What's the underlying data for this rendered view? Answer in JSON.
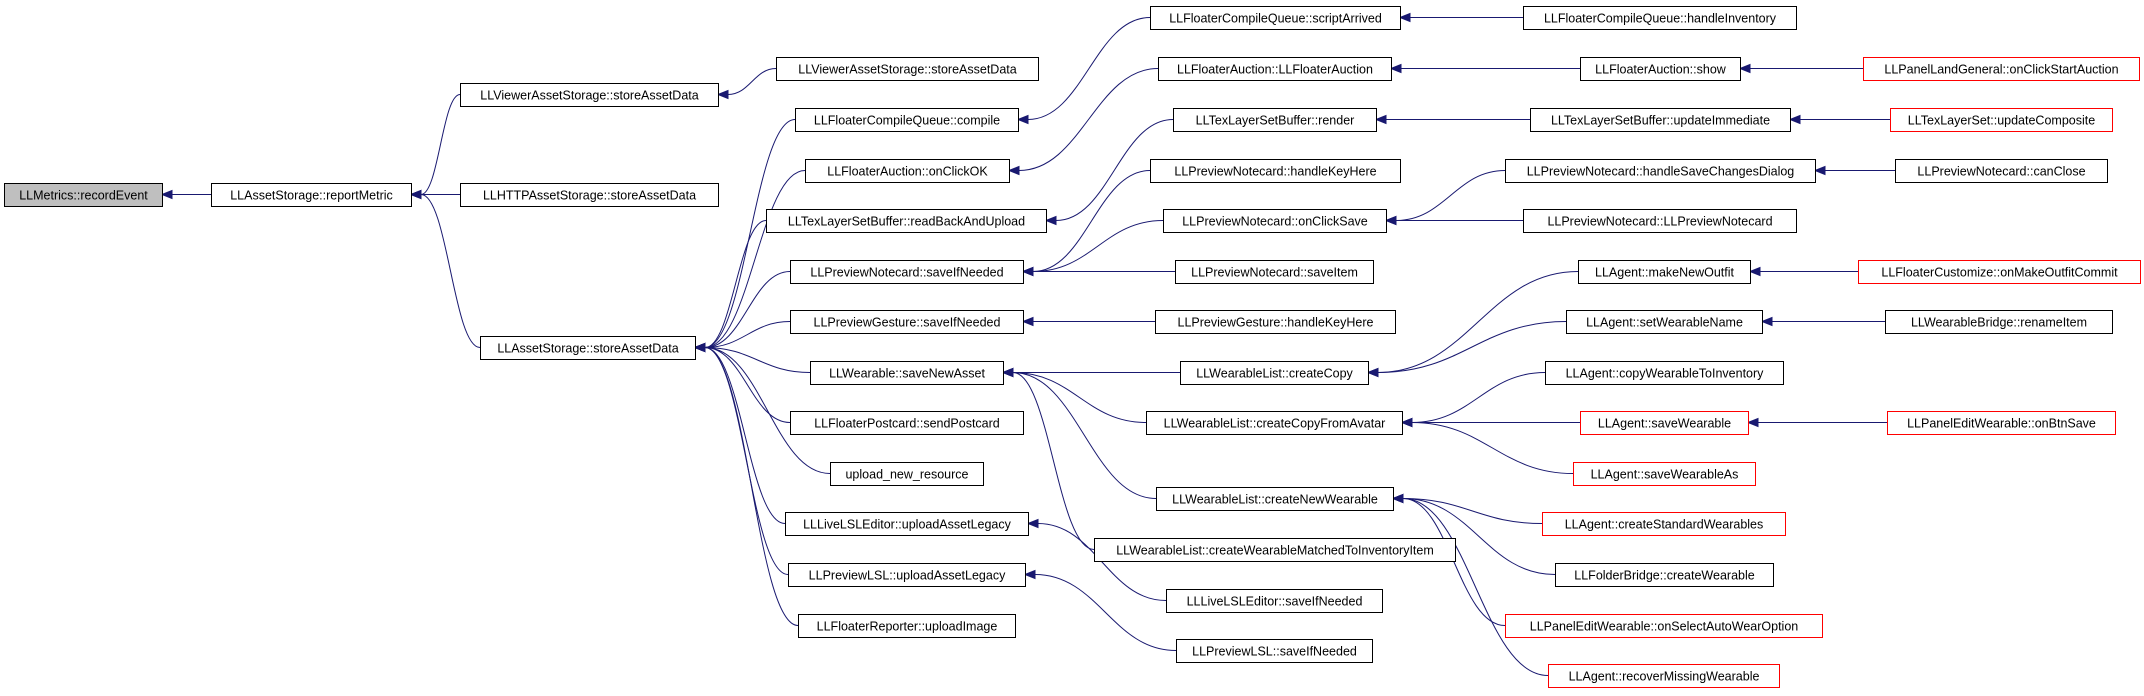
{
  "colors": {
    "edge": "#191970",
    "normal_border": "#000000",
    "truncated_border": "#ff0000",
    "root_fill": "#bfbfbf",
    "node_fill": "#ffffff"
  },
  "nodes": [
    {
      "id": "n1",
      "label": "LLMetrics::recordEvent",
      "style": "root"
    },
    {
      "id": "n2",
      "label": "LLAssetStorage::reportMetric",
      "style": "normal"
    },
    {
      "id": "n3",
      "label": "LLViewerAssetStorage::storeAssetData",
      "style": "normal"
    },
    {
      "id": "n4",
      "label": "LLHTTPAssetStorage::storeAssetData",
      "style": "normal"
    },
    {
      "id": "n5",
      "label": "LLAssetStorage::storeAssetData",
      "style": "normal"
    },
    {
      "id": "n6",
      "label": "LLViewerAssetStorage::storeAssetData",
      "style": "normal"
    },
    {
      "id": "n7",
      "label": "LLFloaterCompileQueue::compile",
      "style": "normal"
    },
    {
      "id": "n8",
      "label": "LLFloaterAuction::onClickOK",
      "style": "normal"
    },
    {
      "id": "n9",
      "label": "LLTexLayerSetBuffer::readBackAndUpload",
      "style": "normal"
    },
    {
      "id": "n10",
      "label": "LLPreviewNotecard::saveIfNeeded",
      "style": "normal"
    },
    {
      "id": "n11",
      "label": "LLPreviewGesture::saveIfNeeded",
      "style": "normal"
    },
    {
      "id": "n12",
      "label": "LLWearable::saveNewAsset",
      "style": "normal"
    },
    {
      "id": "n13",
      "label": "LLFloaterPostcard::sendPostcard",
      "style": "normal"
    },
    {
      "id": "n14",
      "label": "upload_new_resource",
      "style": "normal"
    },
    {
      "id": "n15",
      "label": "LLLiveLSLEditor::uploadAssetLegacy",
      "style": "normal"
    },
    {
      "id": "n16",
      "label": "LLPreviewLSL::uploadAssetLegacy",
      "style": "normal"
    },
    {
      "id": "n17",
      "label": "LLFloaterReporter::uploadImage",
      "style": "normal"
    },
    {
      "id": "n18",
      "label": "LLFloaterCompileQueue::scriptArrived",
      "style": "normal"
    },
    {
      "id": "n19",
      "label": "LLFloaterAuction::LLFloaterAuction",
      "style": "normal"
    },
    {
      "id": "n20",
      "label": "LLTexLayerSetBuffer::render",
      "style": "normal"
    },
    {
      "id": "n21",
      "label": "LLPreviewNotecard::handleKeyHere",
      "style": "normal"
    },
    {
      "id": "n22",
      "label": "LLPreviewNotecard::onClickSave",
      "style": "normal"
    },
    {
      "id": "n23",
      "label": "LLPreviewNotecard::saveItem",
      "style": "normal"
    },
    {
      "id": "n24",
      "label": "LLPreviewGesture::handleKeyHere",
      "style": "normal"
    },
    {
      "id": "n25",
      "label": "LLWearableList::createCopy",
      "style": "normal"
    },
    {
      "id": "n26",
      "label": "LLWearableList::createCopyFromAvatar",
      "style": "normal"
    },
    {
      "id": "n27",
      "label": "LLWearableList::createNewWearable",
      "style": "normal"
    },
    {
      "id": "n28",
      "label": "LLWearableList::createWearableMatchedToInventoryItem",
      "style": "normal"
    },
    {
      "id": "n29",
      "label": "LLLiveLSLEditor::saveIfNeeded",
      "style": "normal"
    },
    {
      "id": "n30",
      "label": "LLPreviewLSL::saveIfNeeded",
      "style": "normal"
    },
    {
      "id": "n31",
      "label": "LLFloaterCompileQueue::handleInventory",
      "style": "normal"
    },
    {
      "id": "n32",
      "label": "LLFloaterAuction::show",
      "style": "normal"
    },
    {
      "id": "n33",
      "label": "LLTexLayerSetBuffer::updateImmediate",
      "style": "normal"
    },
    {
      "id": "n34",
      "label": "LLPreviewNotecard::handleSaveChangesDialog",
      "style": "normal"
    },
    {
      "id": "n35",
      "label": "LLPreviewNotecard::LLPreviewNotecard",
      "style": "normal"
    },
    {
      "id": "n36",
      "label": "LLAgent::makeNewOutfit",
      "style": "normal"
    },
    {
      "id": "n37",
      "label": "LLAgent::setWearableName",
      "style": "normal"
    },
    {
      "id": "n38",
      "label": "LLAgent::copyWearableToInventory",
      "style": "normal"
    },
    {
      "id": "n39",
      "label": "LLAgent::saveWearable",
      "style": "truncated"
    },
    {
      "id": "n40",
      "label": "LLAgent::saveWearableAs",
      "style": "truncated"
    },
    {
      "id": "n41",
      "label": "LLAgent::createStandardWearables",
      "style": "truncated"
    },
    {
      "id": "n42",
      "label": "LLFolderBridge::createWearable",
      "style": "normal"
    },
    {
      "id": "n43",
      "label": "LLPanelEditWearable::onSelectAutoWearOption",
      "style": "truncated"
    },
    {
      "id": "n44",
      "label": "LLAgent::recoverMissingWearable",
      "style": "truncated"
    },
    {
      "id": "n45",
      "label": "LLPanelLandGeneral::onClickStartAuction",
      "style": "truncated"
    },
    {
      "id": "n46",
      "label": "LLTexLayerSet::updateComposite",
      "style": "truncated"
    },
    {
      "id": "n47",
      "label": "LLPreviewNotecard::canClose",
      "style": "normal"
    },
    {
      "id": "n48",
      "label": "LLFloaterCustomize::onMakeOutfitCommit",
      "style": "truncated"
    },
    {
      "id": "n49",
      "label": "LLWearableBridge::renameItem",
      "style": "normal"
    },
    {
      "id": "n50",
      "label": "LLPanelEditWearable::onBtnSave",
      "style": "truncated"
    }
  ],
  "edges": [
    {
      "from": "n2",
      "to": "n1"
    },
    {
      "from": "n3",
      "to": "n2"
    },
    {
      "from": "n4",
      "to": "n2"
    },
    {
      "from": "n5",
      "to": "n2"
    },
    {
      "from": "n6",
      "to": "n3"
    },
    {
      "from": "n7",
      "to": "n5"
    },
    {
      "from": "n8",
      "to": "n5"
    },
    {
      "from": "n9",
      "to": "n5"
    },
    {
      "from": "n10",
      "to": "n5"
    },
    {
      "from": "n11",
      "to": "n5"
    },
    {
      "from": "n12",
      "to": "n5"
    },
    {
      "from": "n13",
      "to": "n5"
    },
    {
      "from": "n14",
      "to": "n5"
    },
    {
      "from": "n15",
      "to": "n5"
    },
    {
      "from": "n16",
      "to": "n5"
    },
    {
      "from": "n17",
      "to": "n5"
    },
    {
      "from": "n18",
      "to": "n7"
    },
    {
      "from": "n31",
      "to": "n18"
    },
    {
      "from": "n19",
      "to": "n8"
    },
    {
      "from": "n32",
      "to": "n19"
    },
    {
      "from": "n45",
      "to": "n32"
    },
    {
      "from": "n20",
      "to": "n9"
    },
    {
      "from": "n33",
      "to": "n20"
    },
    {
      "from": "n46",
      "to": "n33"
    },
    {
      "from": "n21",
      "to": "n10"
    },
    {
      "from": "n22",
      "to": "n10"
    },
    {
      "from": "n23",
      "to": "n10"
    },
    {
      "from": "n34",
      "to": "n22"
    },
    {
      "from": "n35",
      "to": "n22"
    },
    {
      "from": "n47",
      "to": "n34"
    },
    {
      "from": "n24",
      "to": "n11"
    },
    {
      "from": "n25",
      "to": "n12"
    },
    {
      "from": "n26",
      "to": "n12"
    },
    {
      "from": "n27",
      "to": "n12"
    },
    {
      "from": "n28",
      "to": "n12"
    },
    {
      "from": "n36",
      "to": "n25"
    },
    {
      "from": "n37",
      "to": "n25"
    },
    {
      "from": "n48",
      "to": "n36"
    },
    {
      "from": "n49",
      "to": "n37"
    },
    {
      "from": "n38",
      "to": "n26"
    },
    {
      "from": "n39",
      "to": "n26"
    },
    {
      "from": "n40",
      "to": "n26"
    },
    {
      "from": "n50",
      "to": "n39"
    },
    {
      "from": "n41",
      "to": "n27"
    },
    {
      "from": "n42",
      "to": "n27"
    },
    {
      "from": "n43",
      "to": "n27"
    },
    {
      "from": "n44",
      "to": "n27"
    },
    {
      "from": "n29",
      "to": "n15"
    },
    {
      "from": "n30",
      "to": "n16"
    }
  ]
}
